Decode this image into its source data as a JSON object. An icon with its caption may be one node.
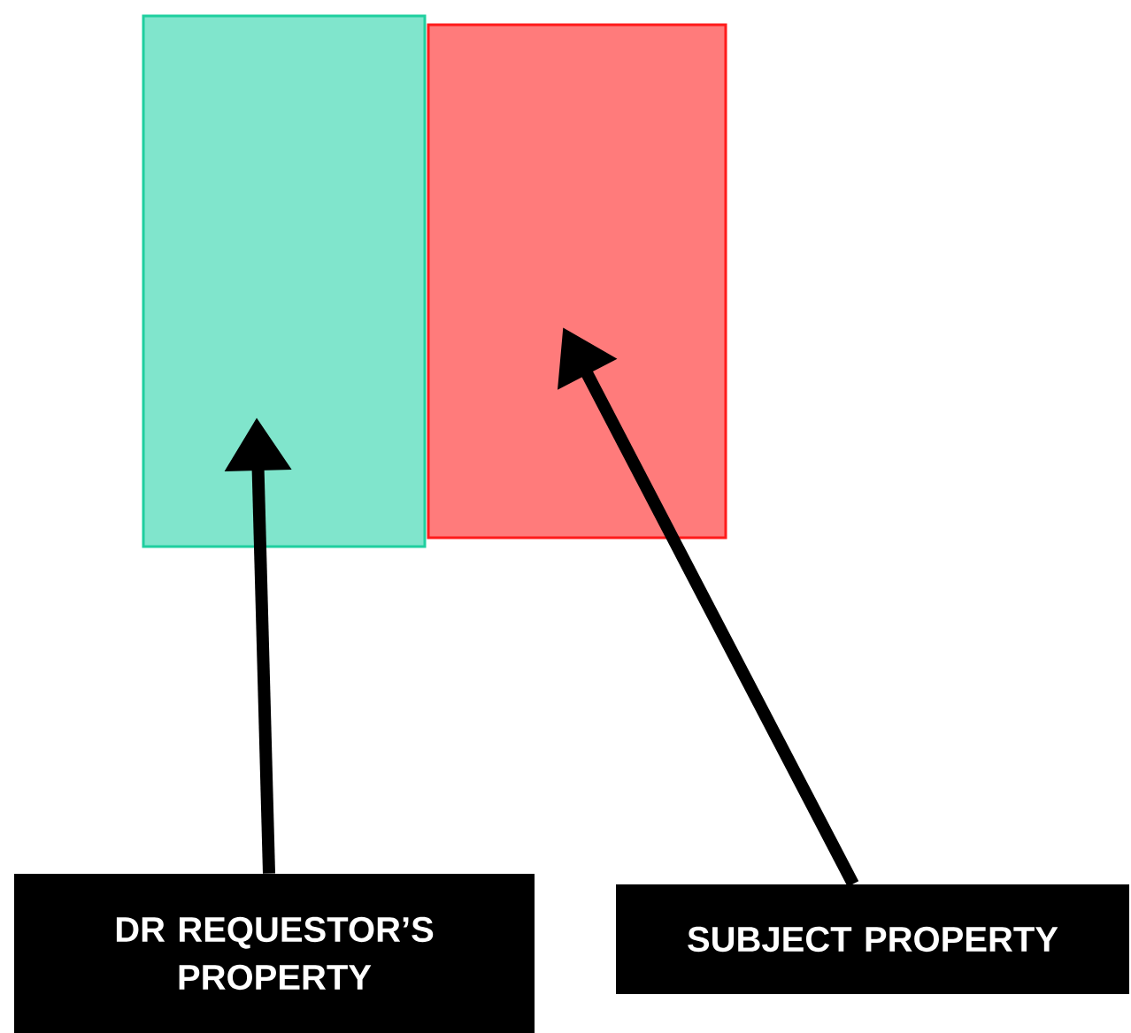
{
  "diagram": {
    "nodes": [
      {
        "text": [],
        "shape": "box"
      },
      {
        "text": [],
        "shape": "box"
      },
      {
        "text": [
          "DR REQUESTOR’S PROPERTY"
        ]
      },
      {
        "text": [
          "SUBJECT PROPERTY"
        ]
      }
    ],
    "edges": [
      {
        "from": 2,
        "to": 0,
        "arrow": "to"
      },
      {
        "from": 3,
        "to": 1,
        "arrow": "to"
      }
    ]
  }
}
